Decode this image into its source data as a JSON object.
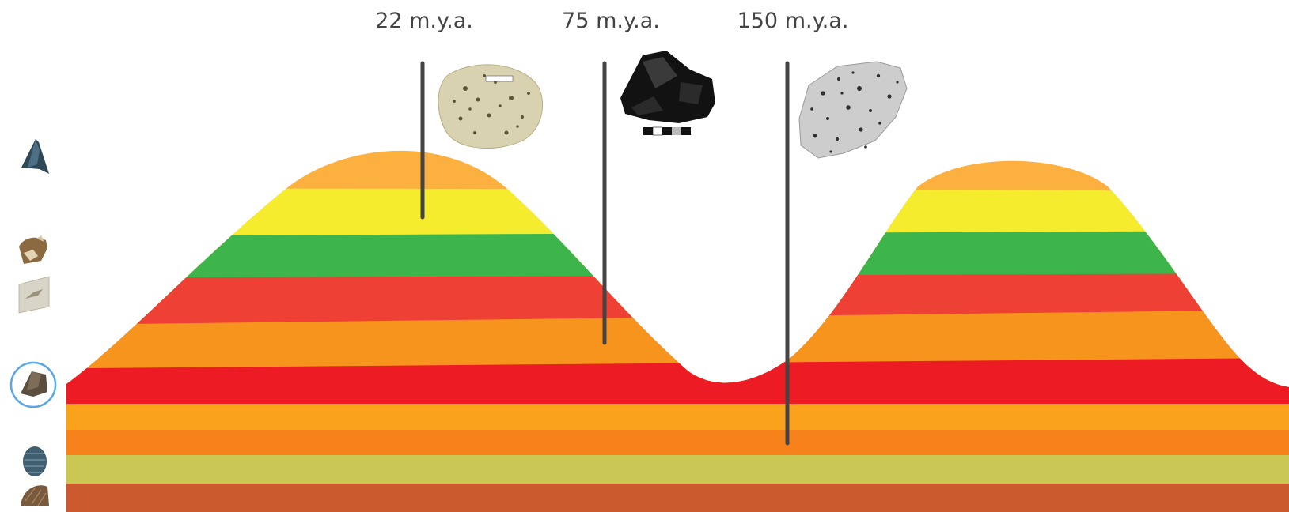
{
  "time_markers": [
    {
      "id": "marker-22",
      "label": "22 m.y.a.",
      "rock": "pumice"
    },
    {
      "id": "marker-75",
      "label": "75 m.y.a.",
      "rock": "obsidian"
    },
    {
      "id": "marker-150",
      "label": "150 m.y.a.",
      "rock": "granite"
    }
  ],
  "fossil_sidebar": {
    "items": [
      {
        "name": "shark-tooth",
        "selected": false
      },
      {
        "name": "jaw-fragment",
        "selected": false
      },
      {
        "name": "fish-fossil-slab",
        "selected": false
      },
      {
        "name": "stone-fragment",
        "selected": true
      },
      {
        "name": "trilobite",
        "selected": false
      },
      {
        "name": "shell-fossil",
        "selected": false
      }
    ],
    "selection_color": "#5aa6e6"
  },
  "strata_colors": {
    "hill_top": "#fbb040",
    "yellow": "#f4ec2c",
    "green": "#3db54a",
    "red": "#ef4035",
    "orange": "#f7941d",
    "deep_red": "#ed1c24",
    "orange_band": "#faa21b",
    "dark_orange": "#f7821b",
    "olive": "#c9c653",
    "brown": "#cb5a2e",
    "marker_line": "#444444"
  }
}
